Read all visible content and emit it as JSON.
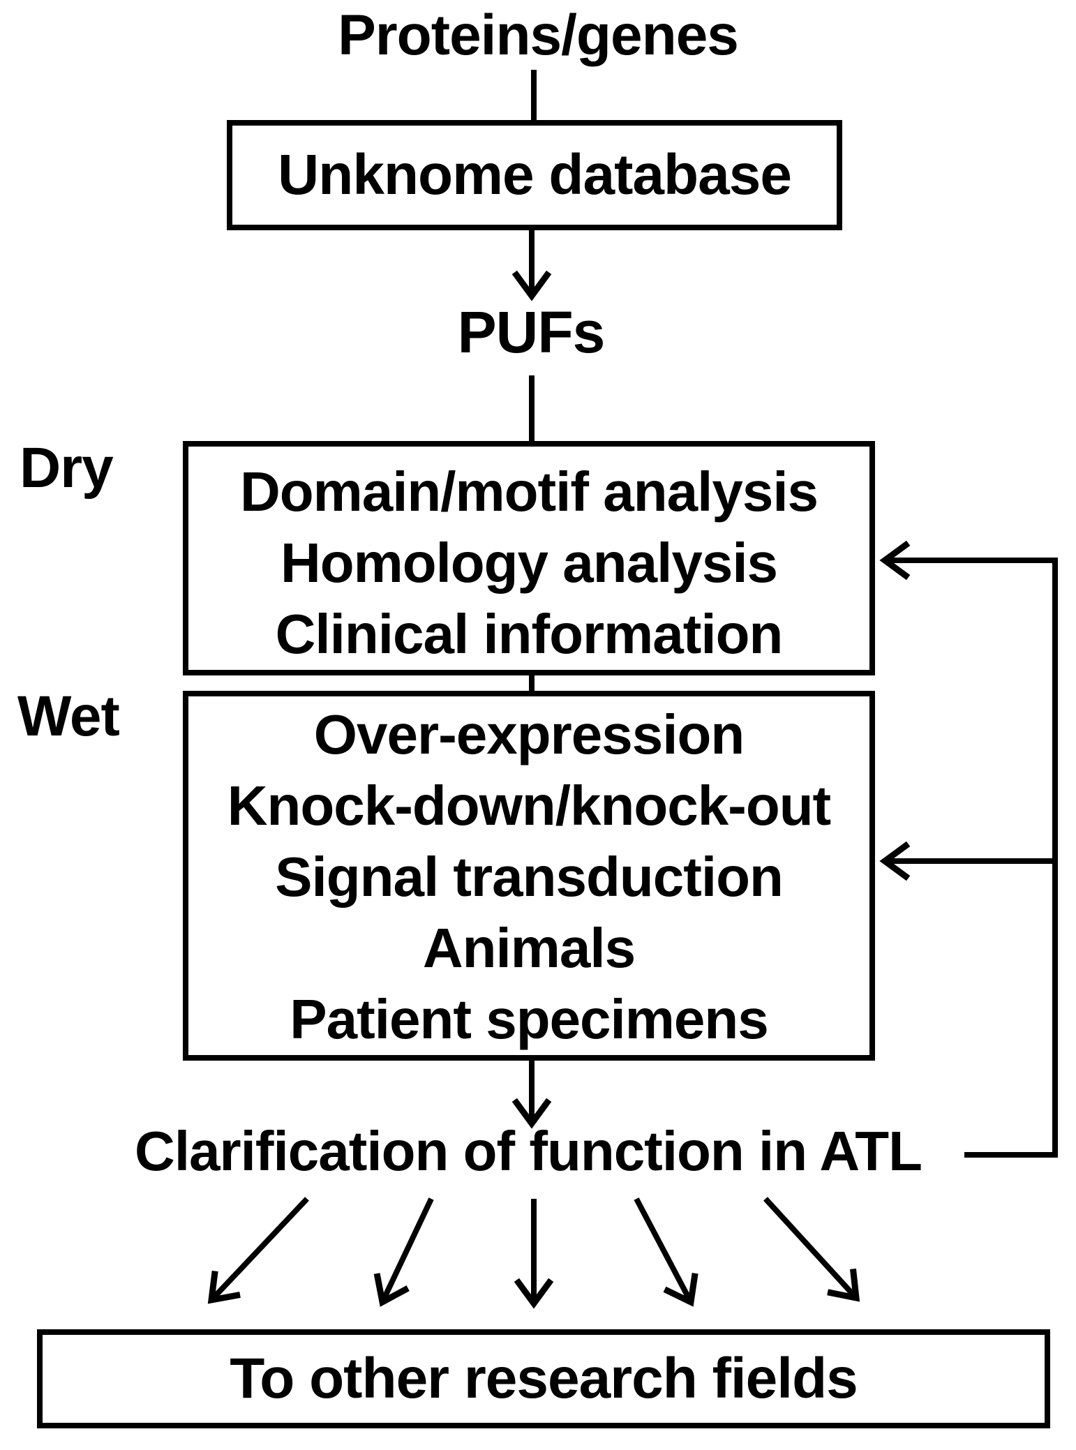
{
  "colors": {
    "stroke": "#000000",
    "background": "#ffffff",
    "text": "#000000"
  },
  "flow": {
    "source_label": "Proteins/genes",
    "database_box_label": "Unknome database",
    "pufs_label": "PUFs",
    "dry": {
      "side_label": "Dry",
      "items": [
        "Domain/motif analysis",
        "Homology analysis",
        "Clinical information"
      ]
    },
    "wet": {
      "side_label": "Wet",
      "items": [
        "Over-expression",
        "Knock-down/knock-out",
        "Signal transduction",
        "Animals",
        "Patient specimens"
      ]
    },
    "clarification_label": "Clarification of function in ATL",
    "output_box_label": "To other research fields"
  }
}
